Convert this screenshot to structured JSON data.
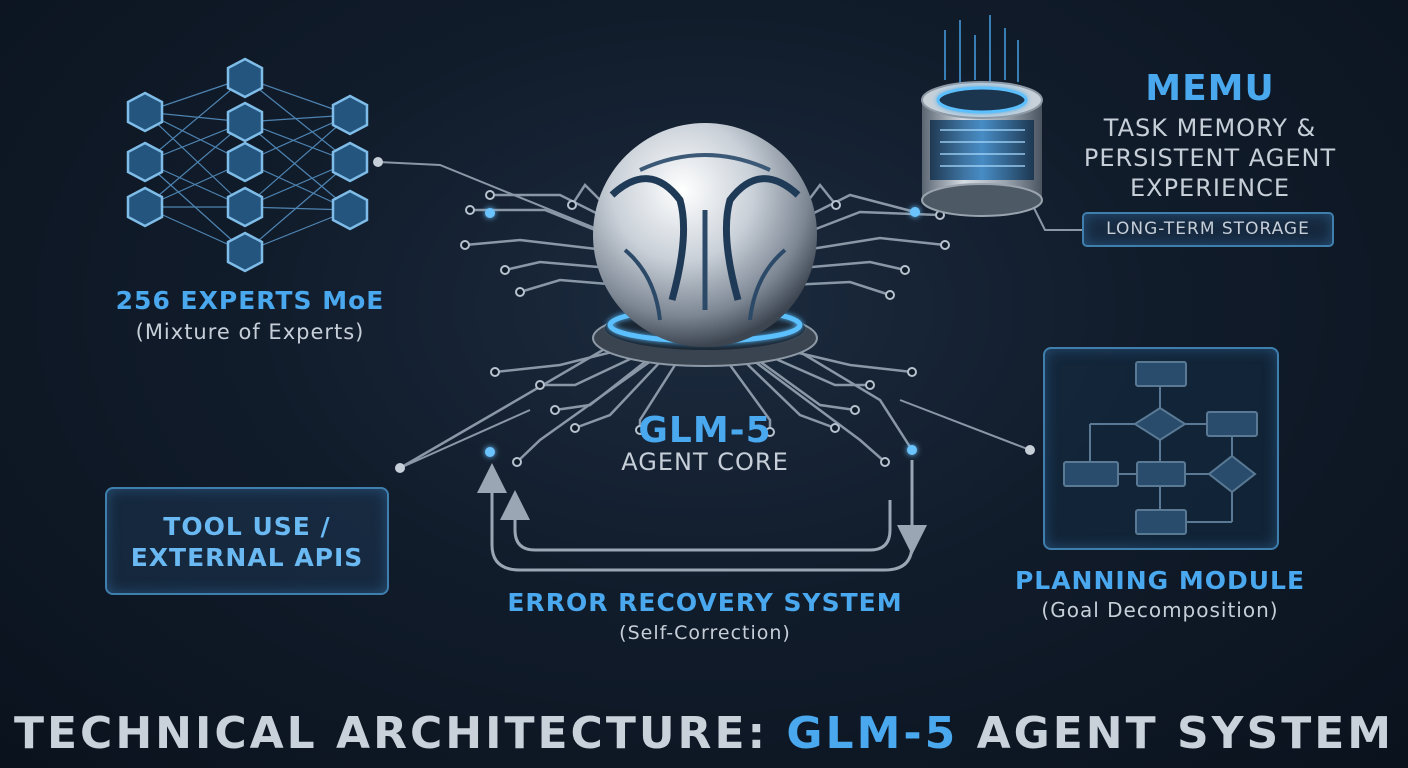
{
  "moe": {
    "title": "256 EXPERTS MoE",
    "subtitle": "(Mixture of Experts)"
  },
  "memu": {
    "title": "MEMU",
    "line1": "TASK MEMORY &",
    "line2": "PERSISTENT AGENT",
    "line3": "EXPERIENCE",
    "storage_label": "LONG-TERM STORAGE"
  },
  "core": {
    "title": "GLM-5",
    "subtitle": "AGENT CORE"
  },
  "tools": {
    "line1": "TOOL USE /",
    "line2": "EXTERNAL APIS"
  },
  "error_recovery": {
    "title": "ERROR RECOVERY SYSTEM",
    "subtitle": "(Self-Correction)"
  },
  "planning": {
    "title": "PLANNING MODULE",
    "subtitle": "(Goal Decomposition)"
  },
  "footer": {
    "title_prefix": "TECHNICAL ARCHITECTURE: ",
    "title_accent": "GLM-5",
    "title_suffix": " AGENT SYSTEM"
  },
  "colors": {
    "accent": "#4aa8ef",
    "text": "#c6ced8",
    "background": "#0b1421",
    "line": "#8a97a6"
  }
}
